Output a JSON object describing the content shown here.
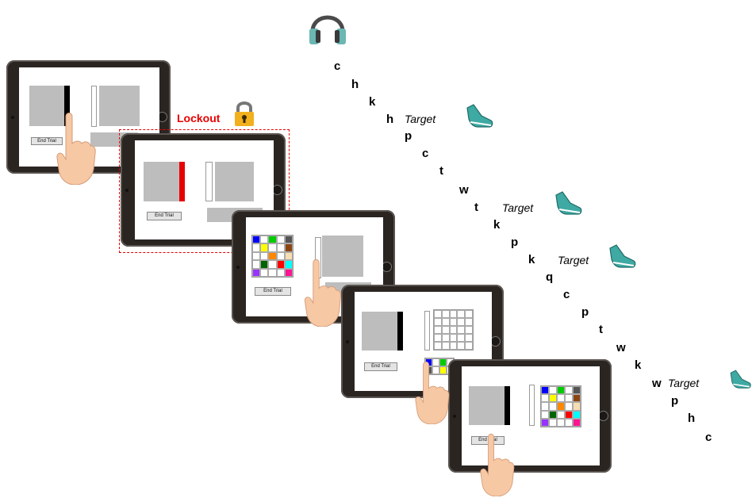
{
  "lockout": {
    "label": "Lockout"
  },
  "end_trial_label": "End Trial",
  "letters": [
    "c",
    "h",
    "k",
    "h",
    "p",
    "c",
    "t",
    "w",
    "t",
    "k",
    "p",
    "k",
    "q",
    "c",
    "p",
    "t",
    "w",
    "k",
    "w",
    "p",
    "h",
    "c"
  ],
  "target_label": "Target",
  "colors": {
    "lockout_red": "#e80000",
    "grid_colors": [
      "#0000ff",
      "#ffffff",
      "#00cc00",
      "#ffffff",
      "#555555",
      "#ffffff",
      "#ffff00",
      "#ffffff",
      "#ffffff",
      "#8b4513",
      "#ffffff",
      "#ffffff",
      "#ff8800",
      "#ffffff",
      "#f5deb3",
      "#ffffff",
      "#006400",
      "#ffffff",
      "#ff0000",
      "#00ffff",
      "#9933ff",
      "#ffffff",
      "#ffffff",
      "#ffffff",
      "#ff1493"
    ]
  },
  "icons": {
    "headphones": "headphones-icon",
    "lock": "lock-icon",
    "shoe": "shoe-icon"
  }
}
